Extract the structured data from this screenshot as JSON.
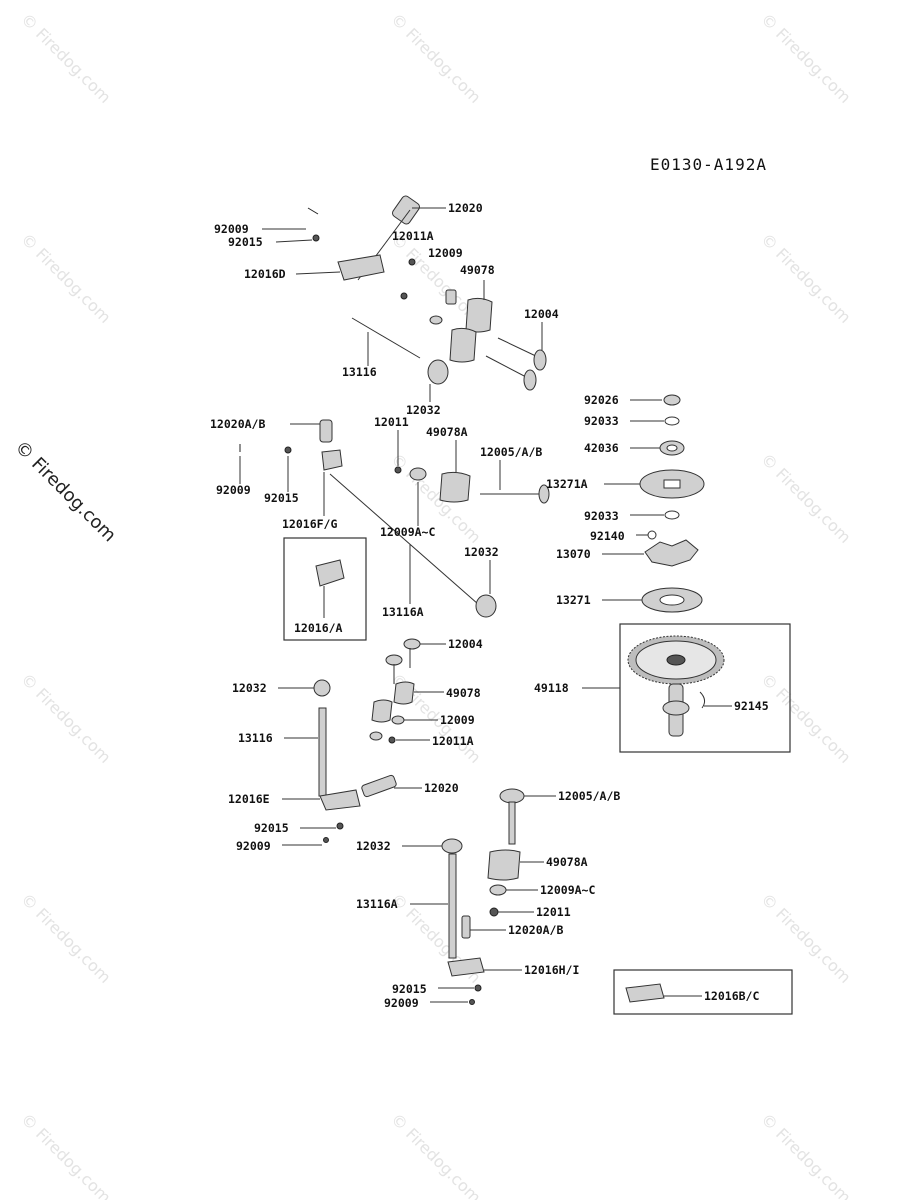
{
  "diagram_code": "E0130-A192A",
  "side_watermark": "© Firedog.com",
  "watermark_text": "© Firedog.com",
  "labels": {
    "l_92009_a": "92009",
    "l_92015_a": "92015",
    "l_12016D": "12016D",
    "l_12020_a": "12020",
    "l_12011A_a": "12011A",
    "l_12009_a": "12009",
    "l_49078_a": "49078",
    "l_12004_a": "12004",
    "l_13116_a": "13116",
    "l_12032_a": "12032",
    "l_12020AB_a": "12020A/B",
    "l_12011_a": "12011",
    "l_49078A_a": "49078A",
    "l_12005AB_a": "12005/A/B",
    "l_92009_b": "92009",
    "l_92015_b": "92015",
    "l_12016FG": "12016F/G",
    "l_12009AC_a": "12009A~C",
    "l_12032_b": "12032",
    "l_13116A_a": "13116A",
    "l_12016A": "12016/A",
    "l_92026": "92026",
    "l_92033_a": "92033",
    "l_42036": "42036",
    "l_13271A": "13271A",
    "l_92033_b": "92033",
    "l_92140": "92140",
    "l_13070": "13070",
    "l_13271": "13271",
    "l_49118": "49118",
    "l_92145": "92145",
    "l_12004_b": "12004",
    "l_12032_c": "12032",
    "l_49078_b": "49078",
    "l_12009_b": "12009",
    "l_13116_b": "13116",
    "l_12011A_b": "12011A",
    "l_12016E": "12016E",
    "l_12020_b": "12020",
    "l_92015_c": "92015",
    "l_92009_c": "92009",
    "l_12005AB_b": "12005/A/B",
    "l_12032_d": "12032",
    "l_49078A_b": "49078A",
    "l_13116A_b": "13116A",
    "l_12009AC_b": "12009A~C",
    "l_12011_b": "12011",
    "l_12020AB_b": "12020A/B",
    "l_12016HI": "12016H/I",
    "l_92015_d": "92015",
    "l_92009_d": "92009",
    "l_12016BC": "12016B/C"
  }
}
